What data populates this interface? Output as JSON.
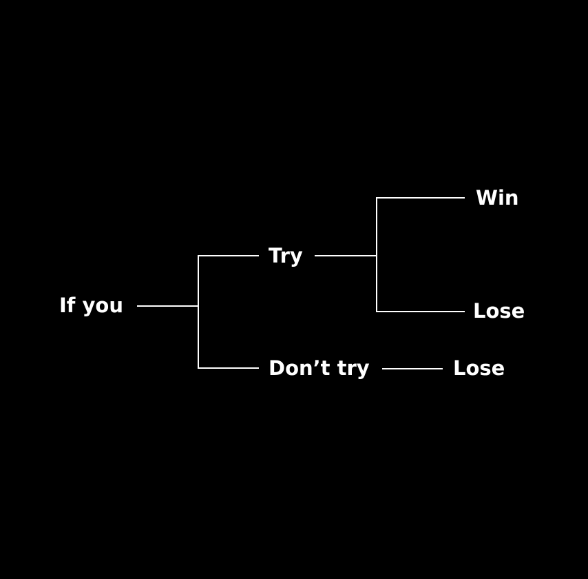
{
  "colors": {
    "background": "#000000",
    "foreground": "#ffffff"
  },
  "nodes": {
    "root": "If you",
    "try": "Try",
    "dont_try": "Don’t try",
    "win": "Win",
    "lose_after_try": "Lose",
    "lose_after_dont_try": "Lose"
  }
}
